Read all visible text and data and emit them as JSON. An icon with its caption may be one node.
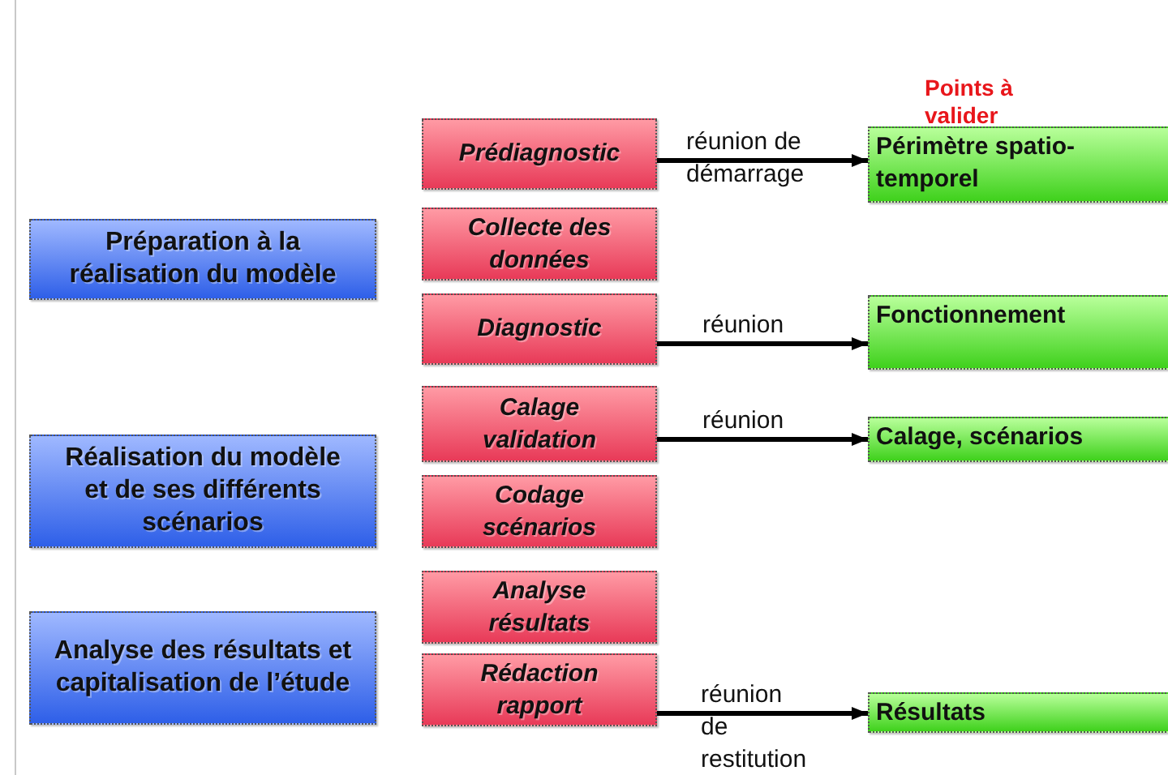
{
  "diagram": {
    "nodes": [
      {
        "text": [
          "Préparation à la réalisation du modèle"
        ]
      },
      {
        "text": [
          "Réalisation du modèle et de ses différents scénarios"
        ]
      },
      {
        "text": [
          "Analyse des résultats et capitalisation de l’étude"
        ]
      },
      {
        "text": [
          "Prédiagnostic"
        ]
      },
      {
        "text": [
          "Collecte des données"
        ]
      },
      {
        "text": [
          "Diagnostic"
        ]
      },
      {
        "text": [
          "Calage validation"
        ]
      },
      {
        "text": [
          "Codage scénarios"
        ]
      },
      {
        "text": [
          "Analyse résultats"
        ]
      },
      {
        "text": [
          "Rédaction rapport"
        ]
      },
      {
        "text": [
          "Périmètre spatio-temporel"
        ]
      },
      {
        "text": [
          "Fonctionnement"
        ]
      },
      {
        "text": [
          "Calage, scénarios"
        ]
      },
      {
        "text": [
          "Résultats"
        ]
      }
    ],
    "edges": [
      {
        "from": 3,
        "to": 10,
        "arrow": "to",
        "label": "réunion de démarrage"
      },
      {
        "from": 5,
        "to": 11,
        "arrow": "to",
        "label": "réunion"
      },
      {
        "from": 6,
        "to": 12,
        "arrow": "to",
        "label": "réunion"
      },
      {
        "from": 9,
        "to": 13,
        "arrow": "to",
        "label": "réunion de restitution"
      }
    ],
    "labels": [
      "Points à valider"
    ]
  }
}
